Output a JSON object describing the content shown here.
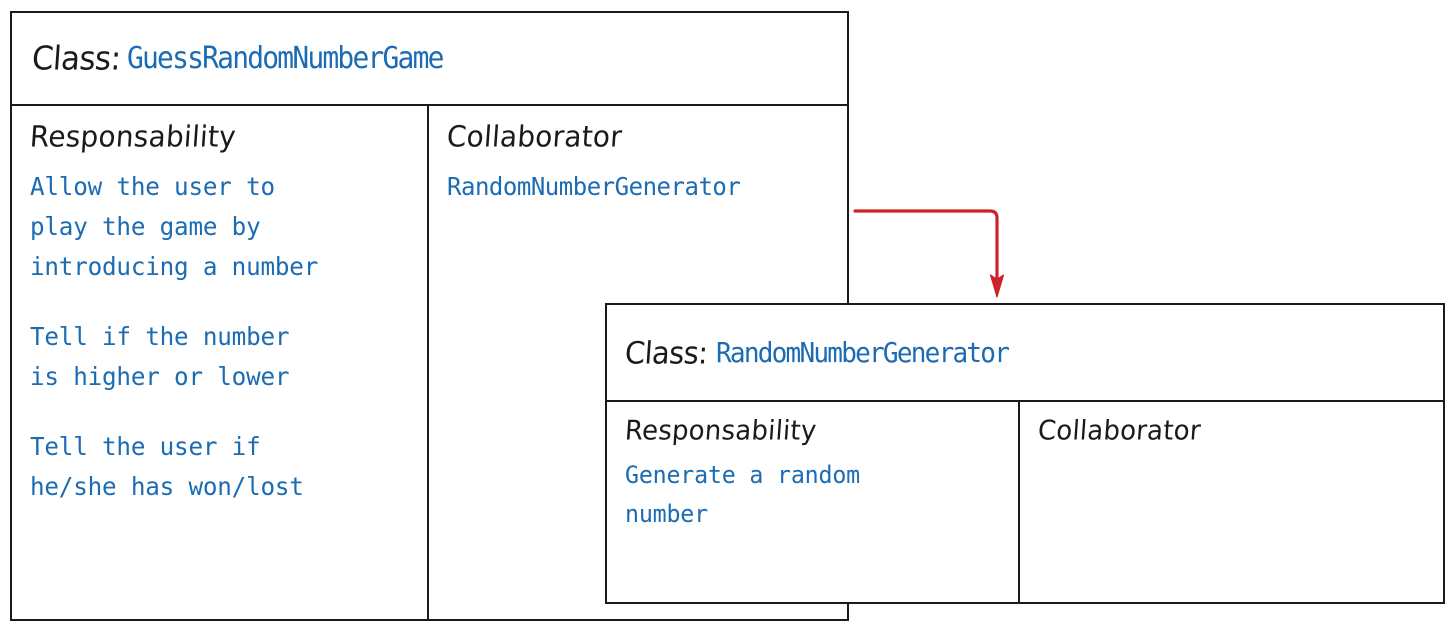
{
  "diagram": {
    "title": "CRC Card Diagram",
    "accent_color": "#1c6cb3",
    "line_color": "#1a1a1a",
    "arrow_color": "#cc2229",
    "background": "#ffffff"
  },
  "labels": {
    "class_prefix": "Class:",
    "responsibility_heading": "Responsability",
    "collaborator_heading": "Collaborator"
  },
  "cards": [
    {
      "class_name": "GuessRandomNumberGame",
      "responsibilities": [
        "Allow the user to\nplay the game by\nintroducing a number",
        "Tell if the number\nis higher or lower",
        "Tell the user if\nhe/she has won/lost"
      ],
      "collaborators": [
        "RandomNumberGenerator"
      ]
    },
    {
      "class_name": "RandomNumberGenerator",
      "responsibilities": [
        "Generate a random\nnumber"
      ],
      "collaborators": []
    }
  ],
  "connector": {
    "from": "RandomNumberGenerator-collaborator",
    "to": "RandomNumberGenerator-card",
    "color": "#cc2229",
    "style": "elbow-arrow"
  }
}
